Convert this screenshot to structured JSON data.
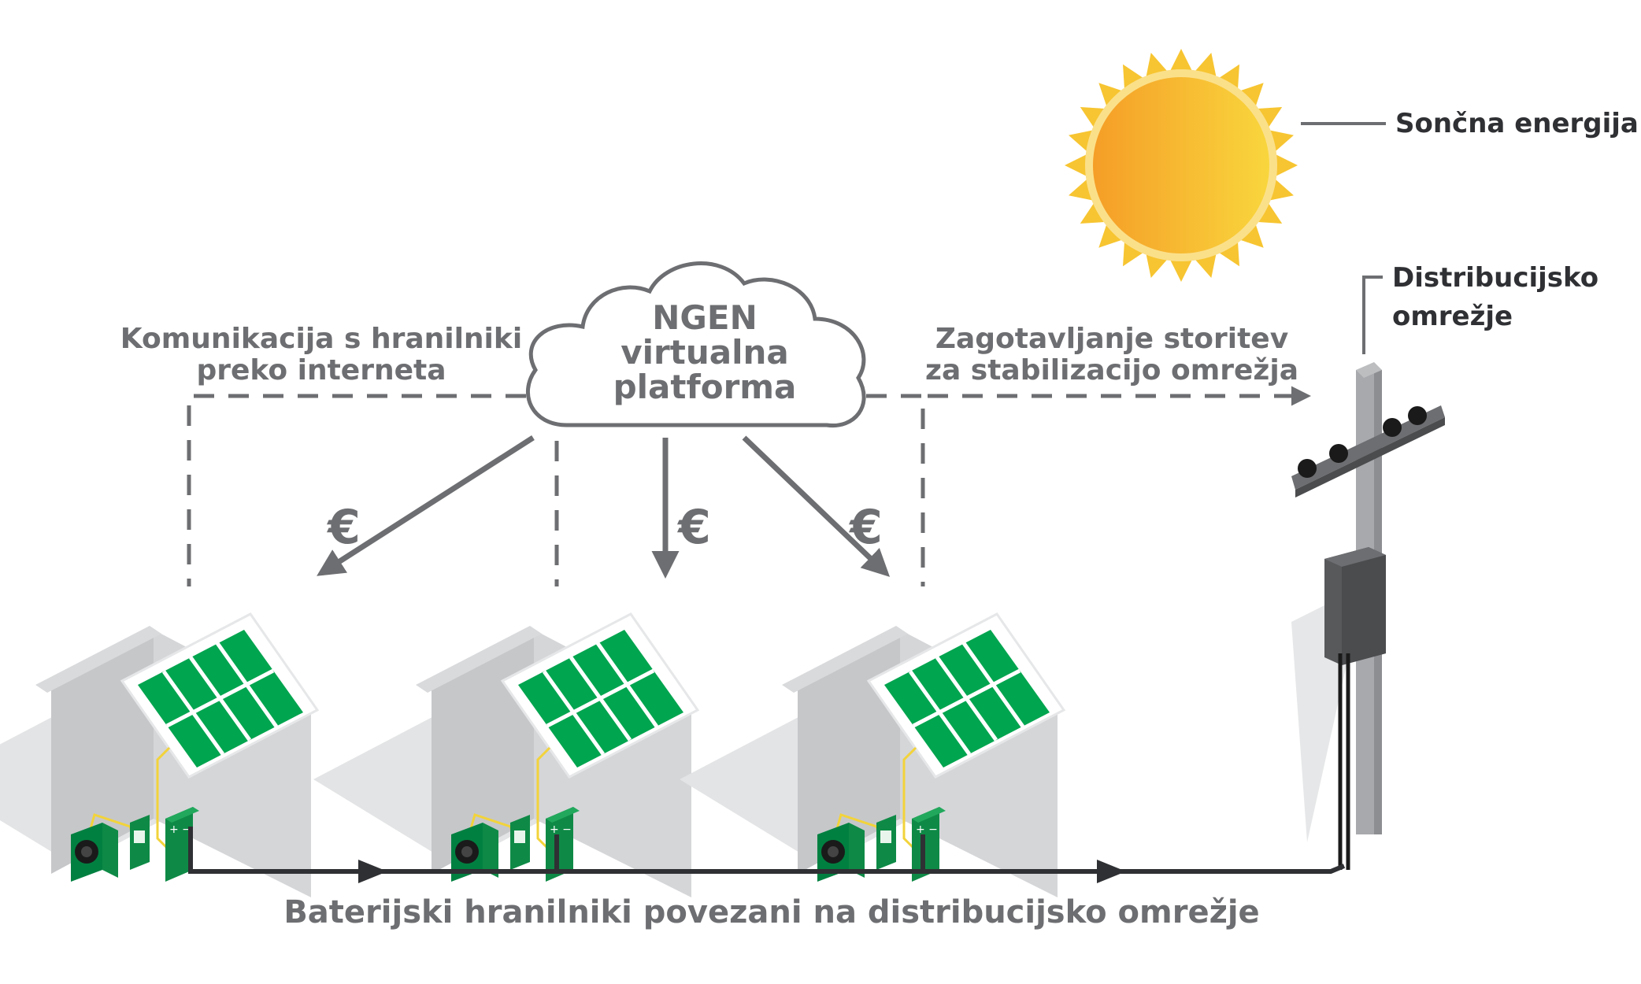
{
  "labels": {
    "sun": "Sončna energija",
    "grid_line1": "Distribucijsko",
    "grid_line2": "omrežje",
    "comm_line1": "Komunikacija s hranilniki",
    "comm_line2": "preko interneta",
    "cloud_line1": "NGEN",
    "cloud_line2": "virtualna",
    "cloud_line3": "platforma",
    "service_line1": "Zagotavljanje storitev",
    "service_line2": "za stabilizacijo omrežja",
    "payment_symbol": "€",
    "battery_caption": "Baterijski hranilniki povezani na distribucijsko omrežje",
    "battery_terminals": "+ −"
  },
  "houses": [
    {
      "name": "house-1"
    },
    {
      "name": "house-2"
    },
    {
      "name": "house-3"
    }
  ],
  "colors": {
    "text": "#6d6e71",
    "panel_green": "#00a54f",
    "battery_green": "#0e8a46",
    "wire_yellow": "#f2d33a",
    "sun_orange": "#f5a623",
    "sun_yellow": "#f8d23b",
    "wall_gray": "#c9cacc",
    "line_dark": "#2f3033"
  }
}
